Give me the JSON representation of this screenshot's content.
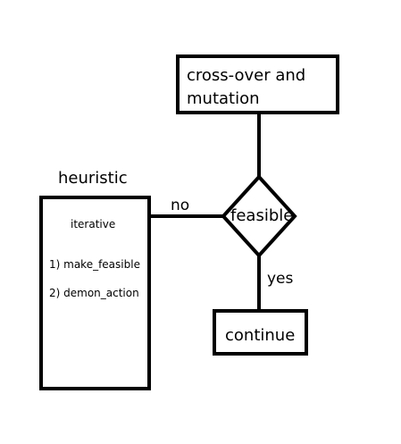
{
  "diagram": {
    "crossover_box": {
      "line1": "cross-over and",
      "line2": "mutation"
    },
    "decision": {
      "label": "feasible"
    },
    "continue_box": {
      "label": "continue"
    },
    "heuristic": {
      "title": "heuristic",
      "mode": "iterative",
      "step1": "1) make_feasible",
      "step2": "2)  demon_action"
    },
    "edges": {
      "no_label": "no",
      "yes_label": "yes"
    },
    "colors": {
      "stroke": "#000000",
      "background": "#ffffff"
    }
  }
}
